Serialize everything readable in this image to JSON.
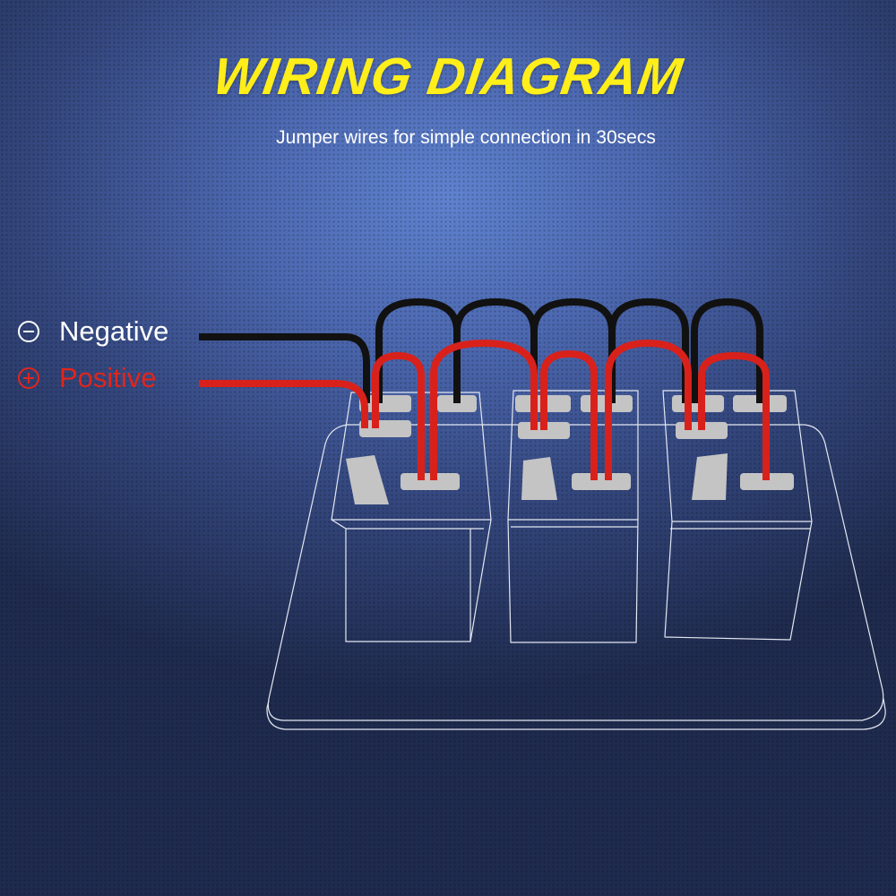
{
  "header": {
    "title": "WIRING DIAGRAM",
    "subtitle": "Jumper wires for simple connection in 30secs"
  },
  "legend": {
    "negative_label": "Negative",
    "positive_label": "Positive",
    "negative_icon": "minus-circle-icon",
    "positive_icon": "plus-circle-icon"
  },
  "colors": {
    "title": "#ffee1a",
    "negative_wire": "#111111",
    "positive_wire": "#d9211b",
    "terminal": "#c4c4c4",
    "outline": "#e4e8f2"
  }
}
